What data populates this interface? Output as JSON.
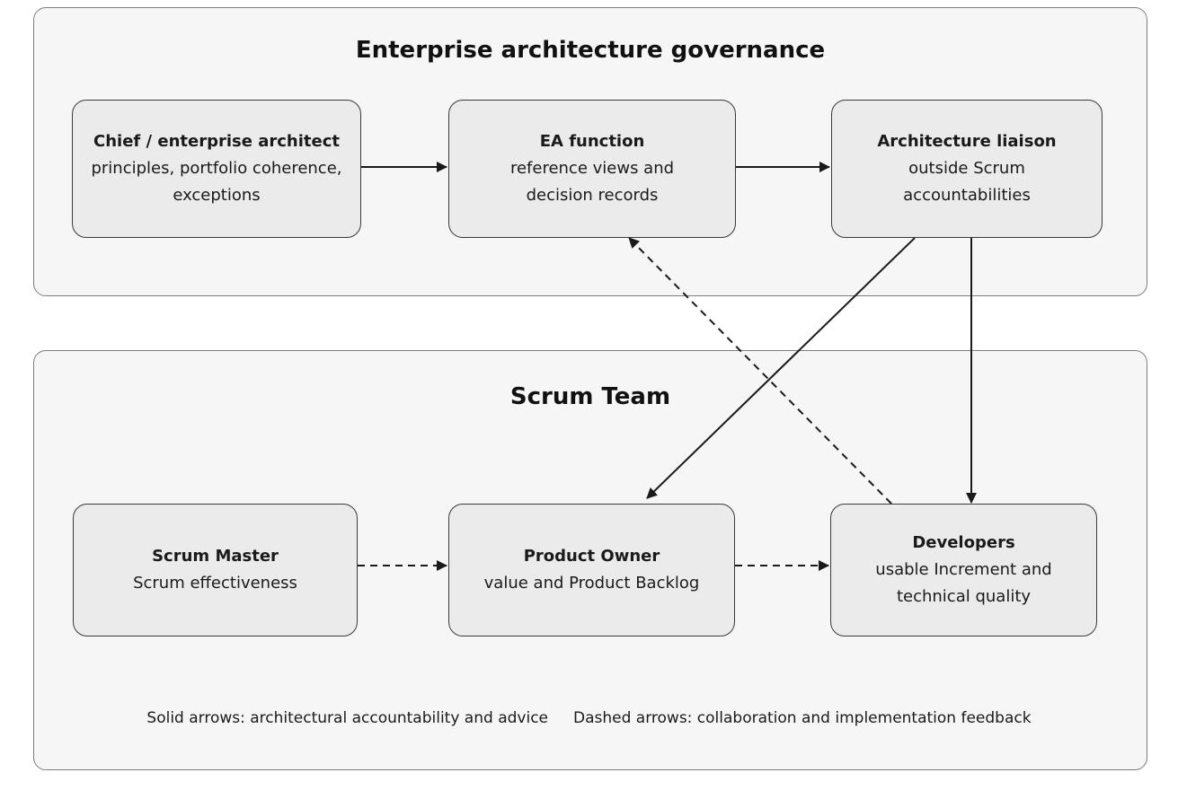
{
  "groups": {
    "governance": {
      "title": "Enterprise architecture governance"
    },
    "scrum_team": {
      "title": "Scrum Team"
    }
  },
  "nodes": {
    "chief": {
      "title": "Chief / enterprise architect",
      "line1": "principles, portfolio coherence,",
      "line2": "exceptions"
    },
    "ea": {
      "title": "EA function",
      "line1": "reference views and",
      "line2": "decision records"
    },
    "liaison": {
      "title": "Architecture liaison",
      "line1": "outside Scrum",
      "line2": "accountabilities"
    },
    "scrum_master": {
      "title": "Scrum Master",
      "line1": "Scrum effectiveness",
      "line2": ""
    },
    "product_owner": {
      "title": "Product Owner",
      "line1": "value and Product Backlog",
      "line2": ""
    },
    "developers": {
      "title": "Developers",
      "line1": "usable Increment and",
      "line2": "technical quality"
    }
  },
  "edges": [
    {
      "from": "chief",
      "to": "ea",
      "style": "solid"
    },
    {
      "from": "ea",
      "to": "liaison",
      "style": "solid"
    },
    {
      "from": "liaison",
      "to": "product_owner",
      "style": "solid"
    },
    {
      "from": "liaison",
      "to": "developers",
      "style": "solid"
    },
    {
      "from": "developers",
      "to": "ea",
      "style": "dashed"
    },
    {
      "from": "scrum_master",
      "to": "product_owner",
      "style": "dashed"
    },
    {
      "from": "product_owner",
      "to": "developers",
      "style": "dashed"
    }
  ],
  "legend": {
    "solid": "Solid arrows: architectural accountability and advice",
    "dashed": "Dashed arrows: collaboration and implementation feedback"
  }
}
